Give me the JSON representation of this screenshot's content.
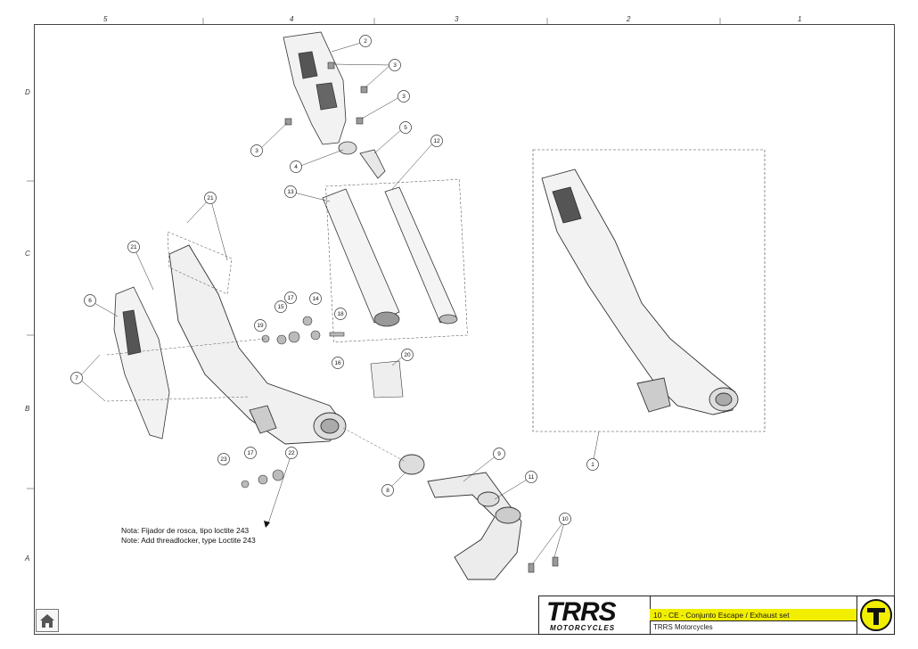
{
  "grid": {
    "columns": [
      "5",
      "4",
      "3",
      "2",
      "1"
    ],
    "rows": [
      "D",
      "C",
      "B",
      "A"
    ]
  },
  "callouts": [
    "1",
    "2",
    "3",
    "4",
    "5",
    "6",
    "7",
    "8",
    "9",
    "10",
    "11",
    "12",
    "13",
    "14",
    "15",
    "16",
    "17",
    "18",
    "19",
    "20",
    "21",
    "22",
    "23"
  ],
  "note": {
    "line_es": "Nota: Fijador de rosca, tipo loctite 243",
    "line_en": "Note: Add threadlocker, type Loctite 243"
  },
  "title_block": {
    "logo_main": "TRRS",
    "logo_sub": "MOTORCYCLES",
    "title": "10 - CE - Conjunto Escape / Exhaust set",
    "company": "TRRS Motorcycles",
    "accent_color": "#f2ee00"
  },
  "home_button": {
    "icon": "home-icon"
  }
}
